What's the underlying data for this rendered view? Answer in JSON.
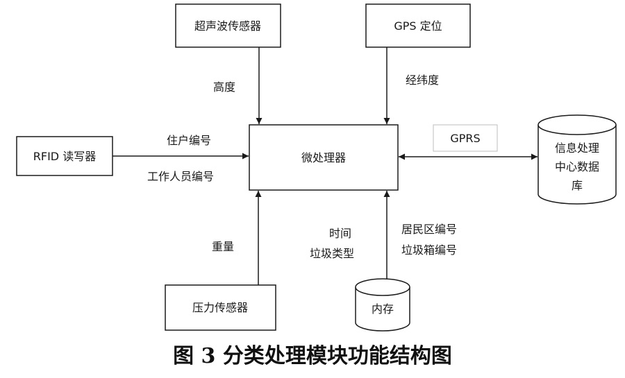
{
  "nodes": {
    "ultrasonic_sensor": "超声波传感器",
    "gps": "GPS 定位",
    "rfid_reader": "RFID 读写器",
    "microprocessor": "微处理器",
    "gprs": "GPRS",
    "info_center_lines": [
      "信息处理",
      "中心数据",
      "库"
    ],
    "pressure_sensor": "压力传感器",
    "memory": "内存"
  },
  "edges": {
    "height": "高度",
    "lat_lng": "经纬度",
    "resident_id": "住户编号",
    "staff_id": "工作人员编号",
    "weight": "重量",
    "time": "时间",
    "waste_type": "垃圾类型",
    "district_id": "居民区编号",
    "bin_id": "垃圾箱编号"
  },
  "caption": "图 3 分类处理模块功能结构图",
  "colors": {
    "stroke": "#1a1a1a",
    "background": "#ffffff"
  }
}
